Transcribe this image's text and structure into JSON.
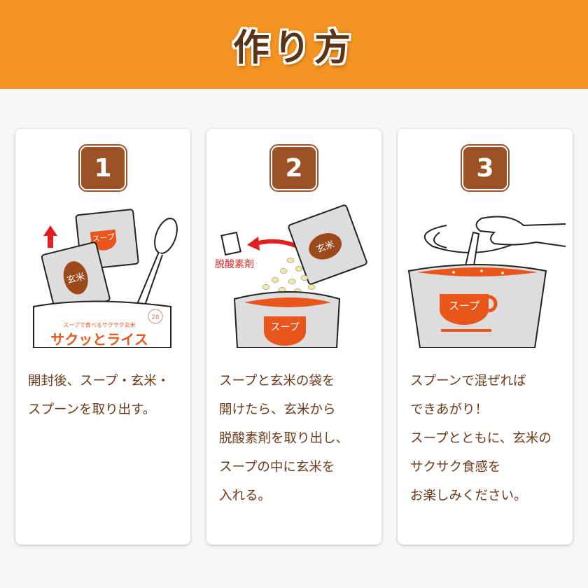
{
  "header": {
    "title": "作り方"
  },
  "steps": [
    {
      "number": "1",
      "lines": [
        "開封後、スープ・玄米・",
        "スプーンを取り出す。"
      ],
      "labels": {
        "soup": "スープ",
        "rice": "玄米",
        "package_tagline": "スープで食べるサクサク玄米",
        "package_name": "サクッとライス",
        "package_badge": "28"
      }
    },
    {
      "number": "2",
      "lines": [
        "スープと玄米の袋を",
        "開けたら、玄米から",
        "脱酸素剤を取り出し、",
        "スープの中に玄米を",
        "入れる。"
      ],
      "labels": {
        "soup": "スープ",
        "rice": "玄米",
        "oxygen_absorber": "脱酸素剤"
      }
    },
    {
      "number": "3",
      "lines": [
        "スプーンで混ぜれば",
        "できあがり！",
        "スープとともに、玄米の",
        "サクサク食感を",
        "お楽しみください。"
      ],
      "labels": {
        "soup": "スープ"
      }
    }
  ],
  "colors": {
    "header": "#f39321",
    "badge": "#9c5226",
    "text": "#6b3a1a",
    "soup": "#e8561c",
    "arrow": "#e02020"
  }
}
